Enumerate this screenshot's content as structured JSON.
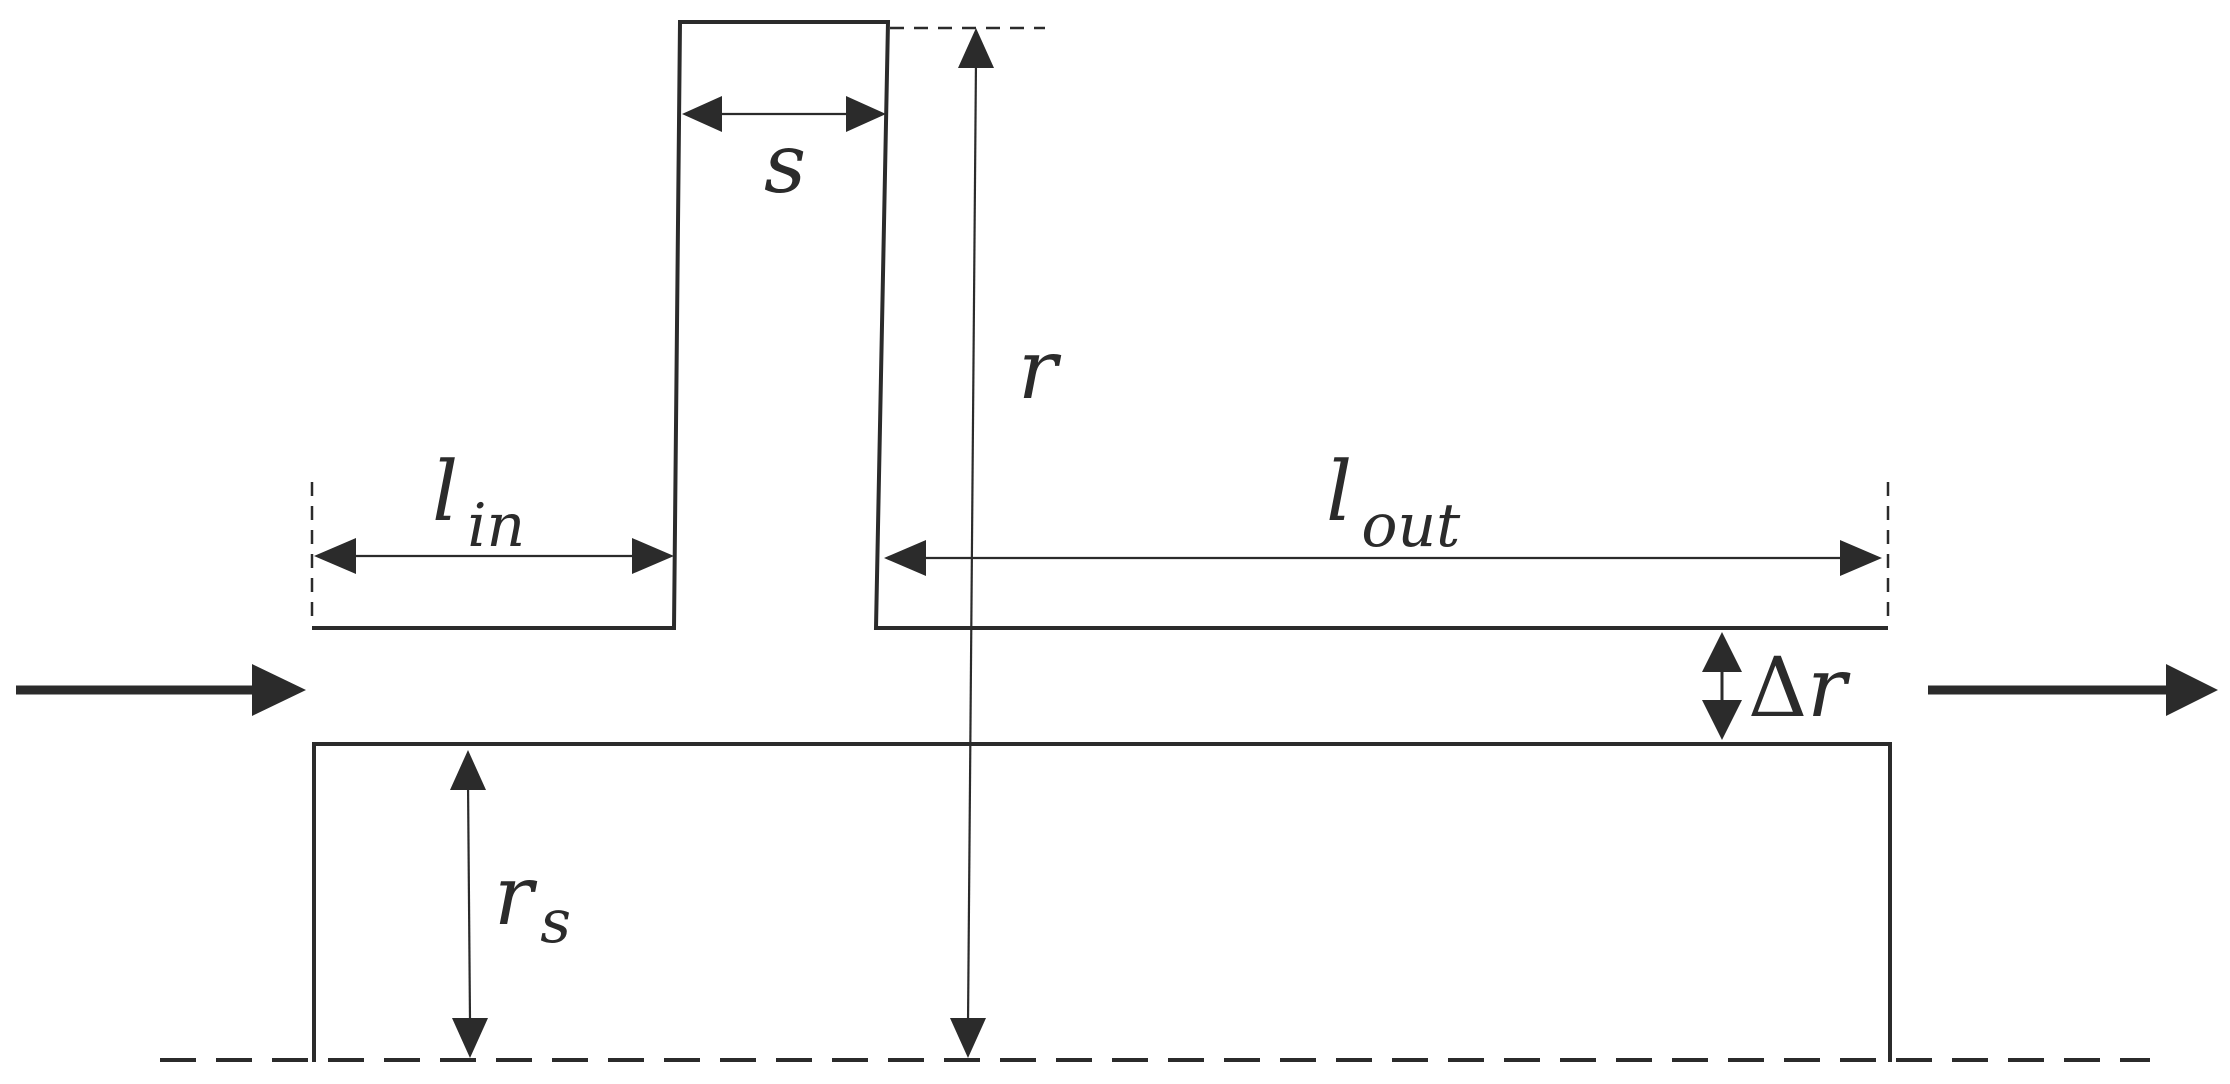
{
  "labels": {
    "s": "s",
    "r": "r",
    "l": "l",
    "l_in_sub": "in",
    "l_out_sub": "out",
    "delta": "Δ",
    "delta_r": "r",
    "r_s": "r",
    "r_s_sub": "s"
  }
}
